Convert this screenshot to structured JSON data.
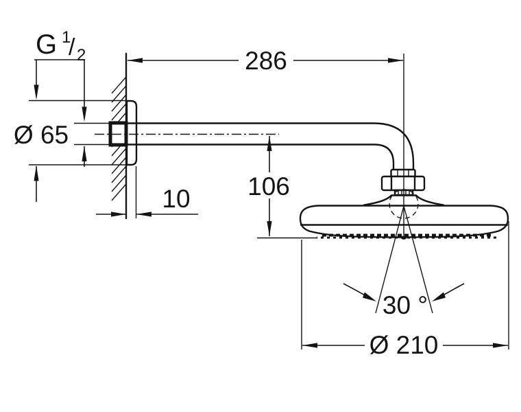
{
  "drawing": {
    "background": "#ffffff",
    "line_color": "#141414",
    "labels": {
      "thread_letter": "G",
      "thread_numerator": "1",
      "thread_slash": "/",
      "thread_denominator": "2",
      "flange_diameter": "Ø 65",
      "arm_reach": "286",
      "wall_clearance": "10",
      "head_drop": "106",
      "spray_angle": "30 °",
      "head_diameter": "Ø 210"
    }
  }
}
